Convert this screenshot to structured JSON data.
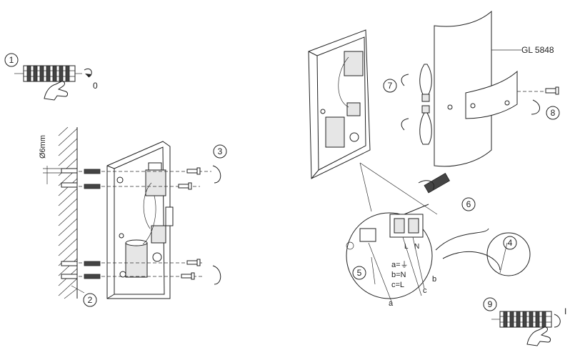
{
  "model_label": "GL 5848",
  "steps": [
    "1",
    "2",
    "3",
    "4",
    "5",
    "6",
    "7",
    "8",
    "9"
  ],
  "switch_labels": {
    "off": "0",
    "on": "I"
  },
  "drill_label": "Ø6mm",
  "wiring": {
    "a": "a=⏚",
    "b": "b=N",
    "c": "c=L",
    "terminal_l": "L",
    "terminal_n": "N",
    "wire_a": "a",
    "wire_b": "b",
    "wire_c": "c"
  }
}
